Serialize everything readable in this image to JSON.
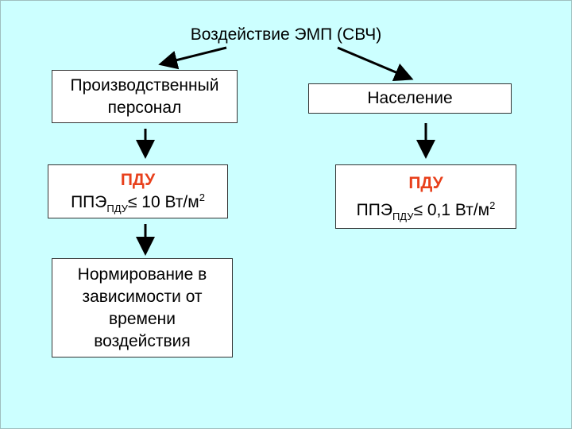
{
  "title": "Воздействие ЭМП (СВЧ)",
  "boxes": {
    "personnel": "Производственный персонал",
    "population": "Население",
    "pdu_left": {
      "label": "ПДУ",
      "formula_main": "ППЭ",
      "formula_sub": "ПДУ",
      "formula_rel": "≤ 10 Вт/м",
      "formula_sup": "2"
    },
    "pdu_right": {
      "label": "ПДУ",
      "formula_main": "ППЭ",
      "formula_sub": "ПДУ",
      "formula_rel": "≤ 0,1 Вт/м",
      "formula_sup": "2"
    },
    "norming": "Нормирование в зависимости от времени воздействия"
  },
  "colors": {
    "background": "#ccffff",
    "accent": "#e8401c"
  }
}
